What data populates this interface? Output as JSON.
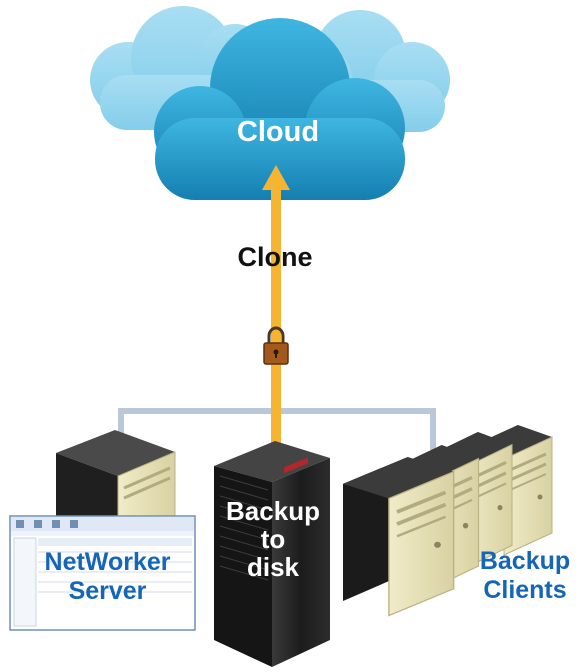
{
  "diagram": {
    "cloud": {
      "label": "Cloud"
    },
    "connection": {
      "label": "Clone"
    },
    "storage": {
      "line1": "Backup",
      "line2": "to",
      "line3": "disk"
    },
    "server": {
      "line1": "NetWorker",
      "line2": "Server"
    },
    "clients": {
      "line1": "Backup",
      "line2": "Clients"
    }
  },
  "colors": {
    "cloud_front": "#1f9bcc",
    "cloud_back": "#8fd3ee",
    "arrow": "#f5b533",
    "network": "#b9c7d9",
    "label_blue": "#1565b8",
    "rack": "#2a2a2a",
    "tower": "#e8e2b6"
  },
  "icons": [
    "cloud-icon",
    "padlock-icon",
    "server-tower-icon",
    "storage-rack-icon",
    "client-tower-icon",
    "app-window-icon"
  ]
}
